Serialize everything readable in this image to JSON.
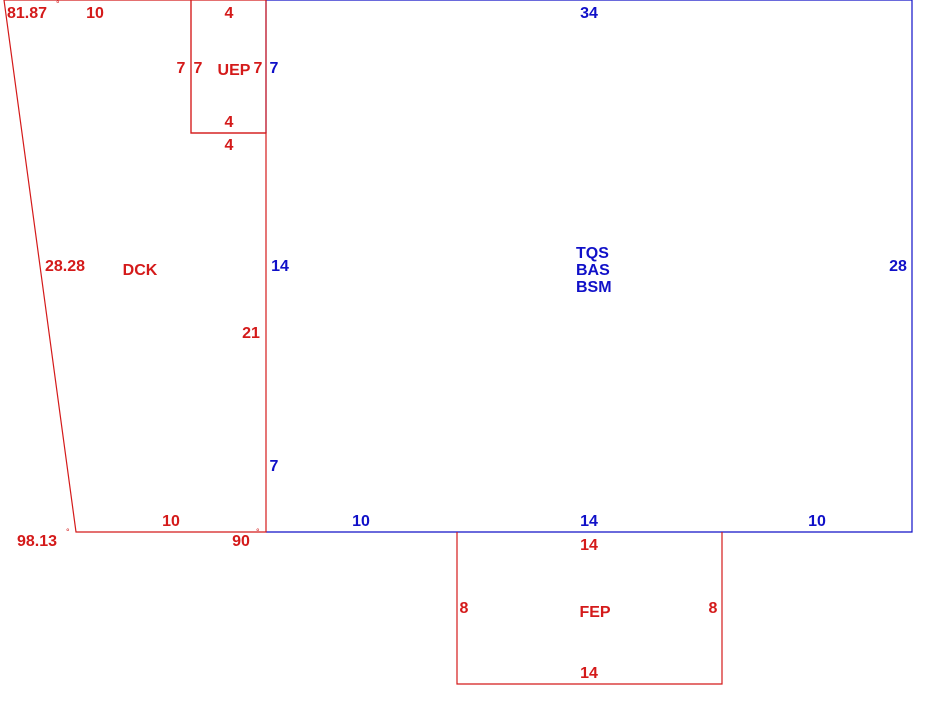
{
  "colors": {
    "main": "#1010c8",
    "addition": "#d41a1a"
  },
  "main_structure": {
    "codes": [
      "TQS",
      "BAS",
      "BSM"
    ],
    "dimensions": {
      "top": "34",
      "right": "28",
      "left_upper": "7",
      "left_middle": "14",
      "left_lower": "7",
      "bottom_left": "10",
      "bottom_middle": "14",
      "bottom_right": "10"
    }
  },
  "dck": {
    "name": "DCK",
    "dimensions": {
      "top": "10",
      "slanted": "28.28",
      "bottom": "10",
      "right": "21"
    },
    "angles": {
      "top_left": "81.87",
      "bottom_left": "98.13",
      "bottom_right": "90"
    }
  },
  "uep": {
    "name": "UEP",
    "dimensions": {
      "top": "4",
      "left_outer": "7",
      "left_inner": "7",
      "right": "7",
      "bottom_inner": "4",
      "bottom_outer": "4"
    }
  },
  "fep": {
    "name": "FEP",
    "dimensions": {
      "top": "14",
      "left": "8",
      "right": "8",
      "bottom": "14"
    }
  },
  "degree_symbol": "°"
}
